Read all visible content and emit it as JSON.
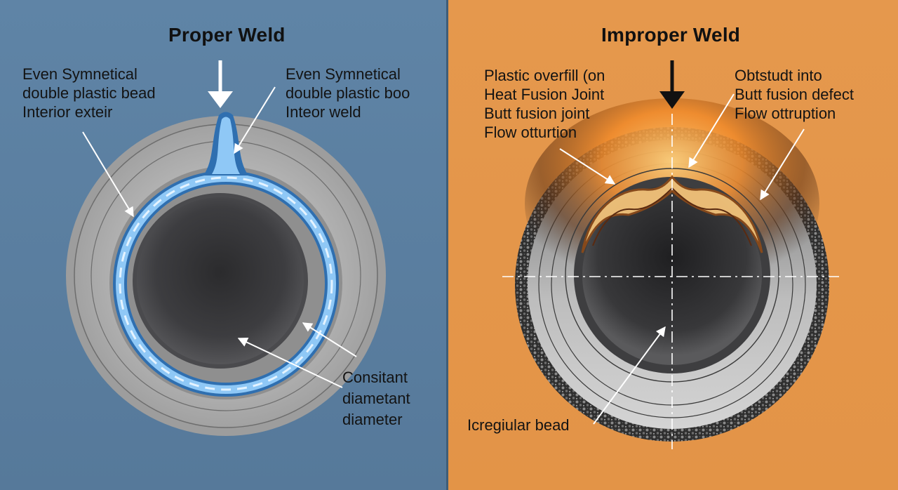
{
  "left_panel": {
    "title": "Proper Weld",
    "label_top_left": [
      "Even Symnetical",
      "double plastic bead",
      "Interior exteir"
    ],
    "label_top_right": [
      "Even Symnetical",
      "double plastic boo",
      "Inteor weld"
    ],
    "label_bottom_right": [
      "Consitant",
      "diametant",
      "diameter"
    ],
    "colors": {
      "background": "#5b7fa2",
      "bead": "#7ab8ee"
    }
  },
  "right_panel": {
    "title": "Improper Weld",
    "label_top_left": [
      "Plastic overfill (on",
      "Heat Fusion Joint",
      "Butt fusion joint",
      "Flow otturtion"
    ],
    "label_top_right": [
      "Obtstudt into",
      "Butt fusion defect",
      "Flow ottruption"
    ],
    "label_bottom": "Icregiular bead",
    "colors": {
      "background": "#e4964a",
      "burn": "#f08a2a"
    }
  }
}
